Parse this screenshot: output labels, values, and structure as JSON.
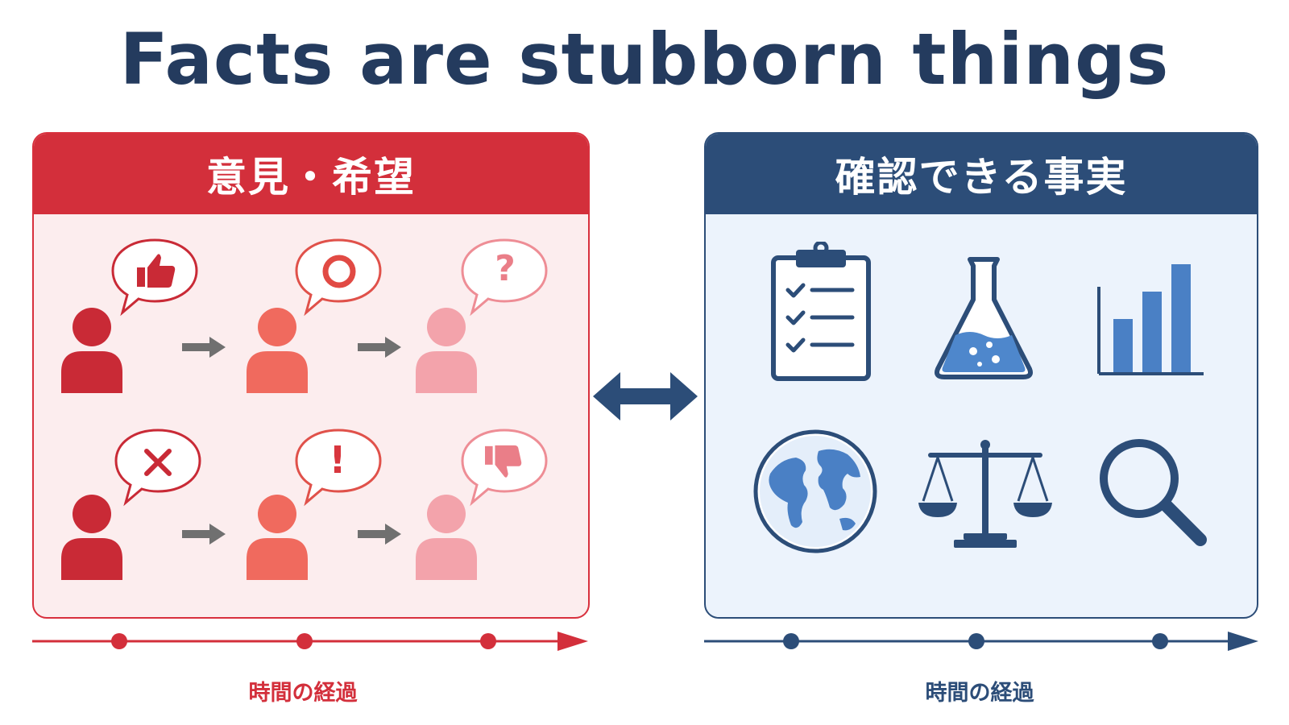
{
  "title": "Facts are stubborn things",
  "left_panel": {
    "header": "意見・希望",
    "color": "#d32f3b",
    "rows": [
      {
        "bubbles": [
          "thumbs-up-icon",
          "circle-icon",
          "question-mark-icon"
        ]
      },
      {
        "bubbles": [
          "x-mark-icon",
          "exclamation-icon",
          "thumbs-down-icon"
        ]
      }
    ],
    "bubble_glyphs": {
      "question": "?",
      "exclamation": "!"
    }
  },
  "right_panel": {
    "header": "確認できる事実",
    "color": "#2c4d78",
    "icons": [
      "clipboard-checklist-icon",
      "flask-icon",
      "bar-chart-icon",
      "globe-icon",
      "balance-scale-icon",
      "magnifier-icon"
    ]
  },
  "center_icon": "double-arrow-icon",
  "left_timeline": {
    "label": "時間の経過",
    "color": "#d32f3b"
  },
  "right_timeline": {
    "label": "時間の経過",
    "color": "#2c4d78"
  }
}
